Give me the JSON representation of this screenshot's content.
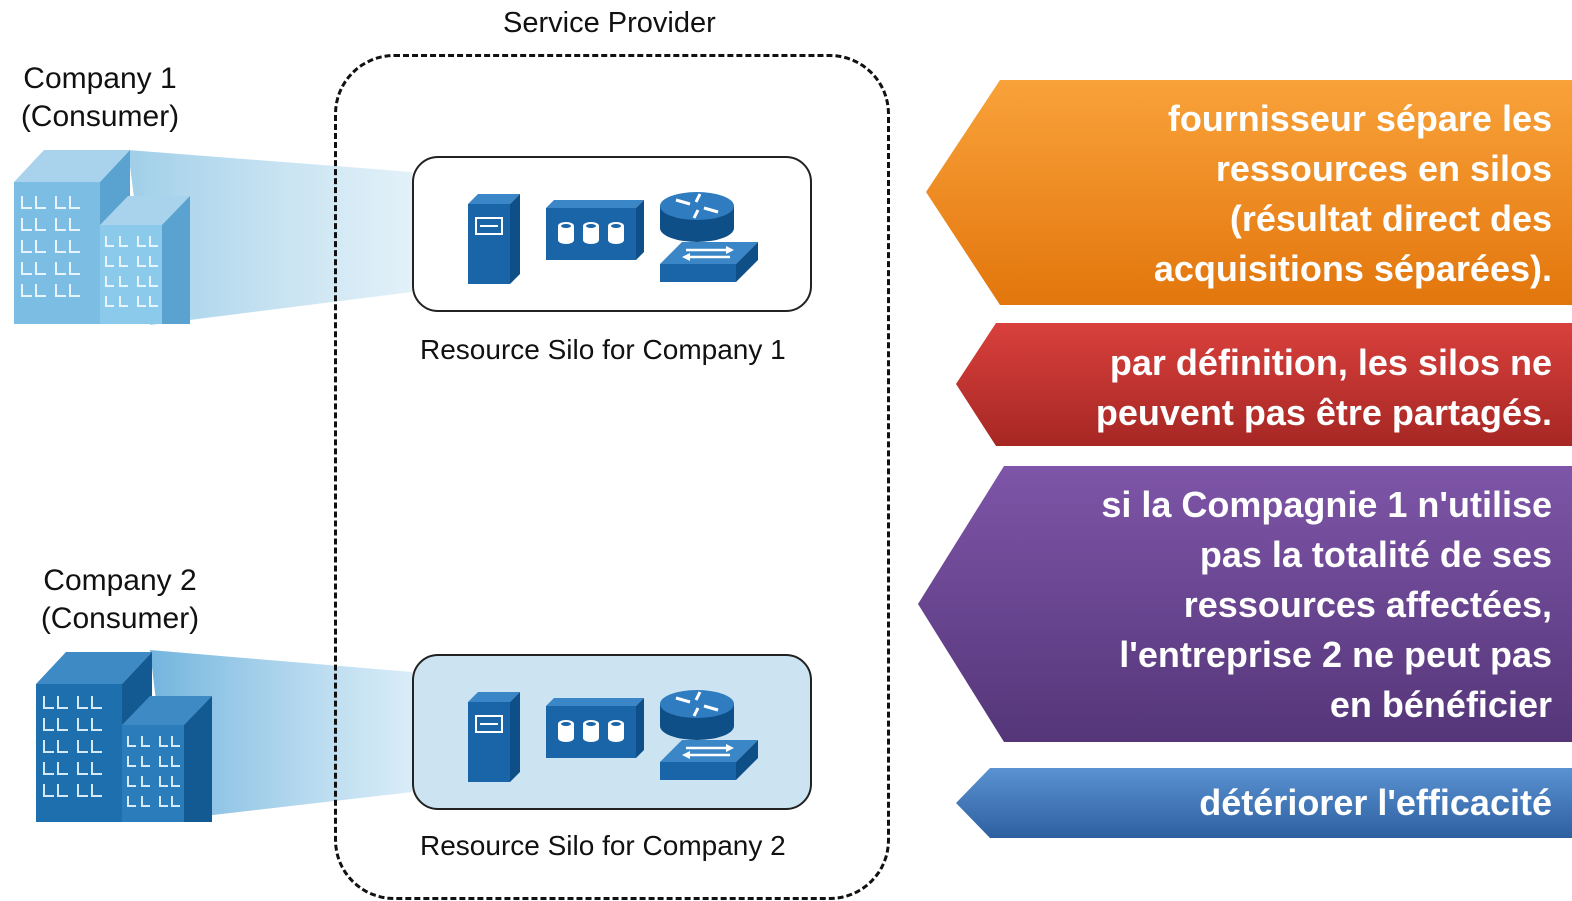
{
  "diagram": {
    "service_provider_label": "Service Provider",
    "company1": {
      "line1": "Company 1",
      "line2": "(Consumer)"
    },
    "company2": {
      "line1": "Company 2",
      "line2": "(Consumer)"
    },
    "silo1_label": "Resource Silo for Company 1",
    "silo2_label": "Resource Silo for Company 2"
  },
  "callouts": [
    {
      "lines": [
        "fournisseur sépare les",
        "ressources en silos",
        "(résultat direct des",
        "acquisitions séparées)."
      ],
      "color": "#f08a24"
    },
    {
      "lines": [
        "par définition, les silos ne",
        "peuvent pas être partagés."
      ],
      "color": "#c0312f"
    },
    {
      "lines": [
        "si la Compagnie 1 n'utilise",
        "pas la totalité de ses",
        "ressources affectées,",
        "l'entreprise 2 ne peut pas",
        "en bénéficier"
      ],
      "color": "#6a4290"
    },
    {
      "lines": [
        "détériorer l'efficacité"
      ],
      "color": "#3c74b8"
    }
  ],
  "icons": [
    "building-icon",
    "server-icon",
    "storage-array-icon",
    "router-icon",
    "switch-icon"
  ]
}
